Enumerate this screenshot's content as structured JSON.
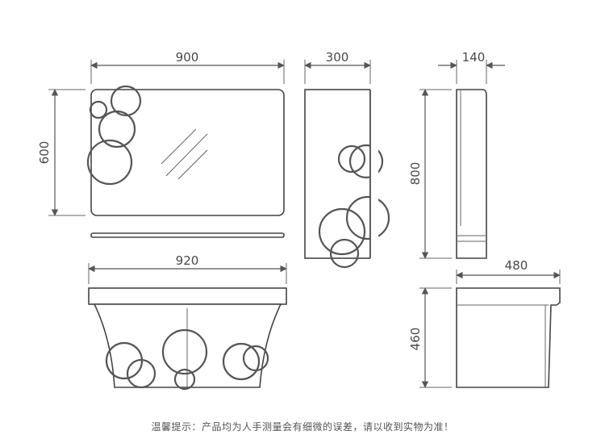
{
  "dimensions": {
    "mirror_width": "900",
    "mirror_height": "600",
    "cabinet_width": "300",
    "cabinet_depth": "140",
    "cabinet_height": "800",
    "base_width": "920",
    "base_depth": "480",
    "base_height": "460"
  },
  "footer_note": "温馨提示：产品均为人手测量会有细微的误差，请以收到实物为准！"
}
